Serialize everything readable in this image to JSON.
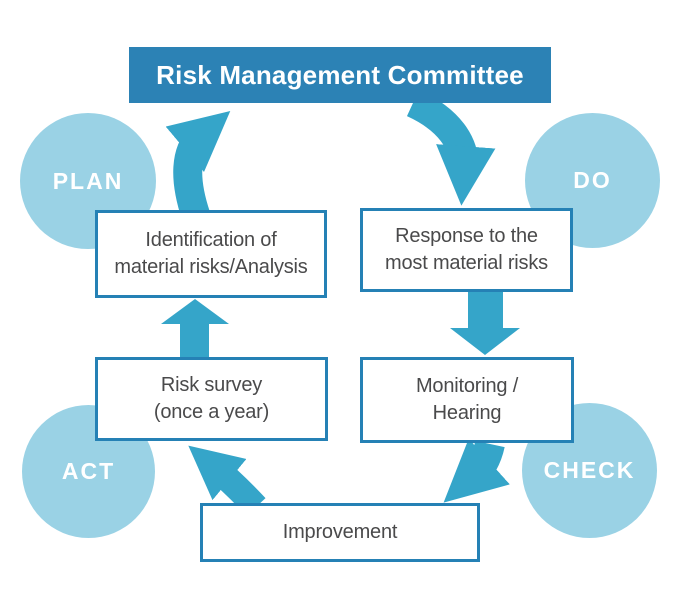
{
  "diagram": {
    "title": "Risk Management Committee",
    "cycle": {
      "plan": "PLAN",
      "do": "DO",
      "act": "ACT",
      "check": "CHECK"
    },
    "steps": {
      "identification": {
        "line1": "Identification of",
        "line2": "material risks/Analysis"
      },
      "response": {
        "line1": "Response to the",
        "line2": "most material risks"
      },
      "risk_survey": {
        "line1": "Risk survey",
        "line2": "(once a year)"
      },
      "monitoring": {
        "line1": "Monitoring /",
        "line2": "Hearing"
      },
      "improvement": {
        "line1": "Improvement"
      }
    },
    "colors": {
      "header_bg": "#2c82b5",
      "box_border": "#2581b5",
      "arrow": "#35a5c9",
      "circle_bg": "#9ad2e5",
      "circle_text": "#ffffff",
      "box_text": "#4a4a4b"
    }
  }
}
